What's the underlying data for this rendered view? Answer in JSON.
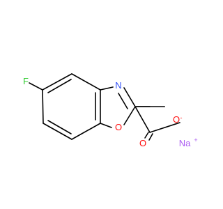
{
  "molecule": {
    "atoms": {
      "fluorine": {
        "symbol": "F",
        "color": "#33cc33"
      },
      "nitrogen": {
        "symbol": "N",
        "color": "#3050f8"
      },
      "ring_oxygen": {
        "symbol": "O",
        "color": "#ff0d0d"
      },
      "carbonyl_oxygen": {
        "symbol": "O",
        "color": "#ff0d0d"
      },
      "anionic_oxygen": {
        "symbol": "O",
        "color": "#ff0d0d",
        "charge": "-"
      },
      "sodium": {
        "symbol": "Na",
        "color": "#ab5cf2",
        "charge": "+"
      }
    },
    "bond_color": "#000000",
    "background": "#ffffff"
  }
}
